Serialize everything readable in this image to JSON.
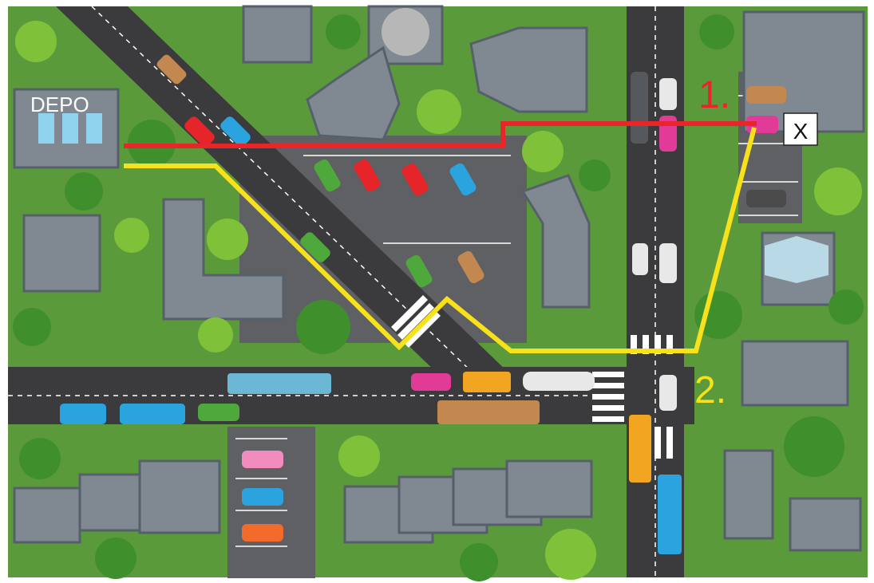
{
  "map": {
    "depot_label": "DEPO",
    "destination_label": "X",
    "routes": [
      {
        "label": "1.",
        "color": "#e8262a"
      },
      {
        "label": "2.",
        "color": "#f7e11a"
      }
    ]
  },
  "colors": {
    "grass": "#5a9a3a",
    "road": "#3b3b3d",
    "lot": "#5f6063",
    "building_roof": "#808891",
    "building_wall": "#55606b",
    "window": "#8fd3ee",
    "tree": "#3f8f2d",
    "tree_light": "#7fc23a"
  }
}
